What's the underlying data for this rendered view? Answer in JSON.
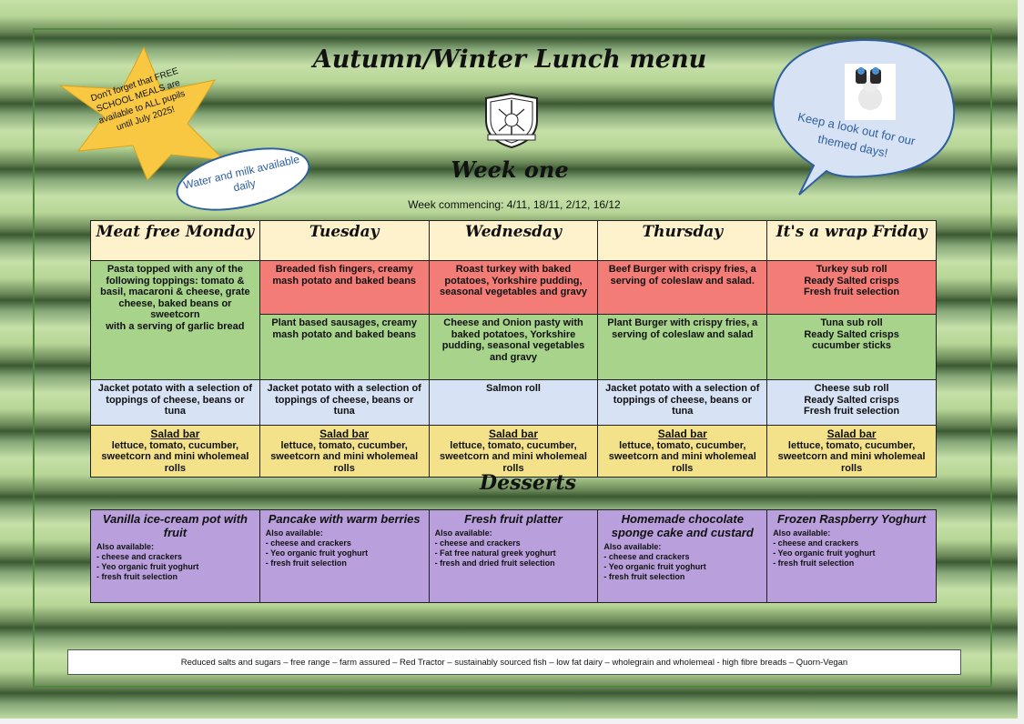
{
  "title": "Autumn/Winter Lunch menu",
  "week": "Week one",
  "commencing": "Week commencing: 4/11, 18/11, 2/12, 16/12",
  "star_note": "Don't forget that FREE SCHOOL MEALS are available to ALL pupils until July 2025!",
  "oval_note": "Water and milk available daily",
  "bubble_note": "Keep a look out for our themed days!",
  "days": [
    "Meat free Monday",
    "Tuesday",
    "Wednesday",
    "Thursday",
    "It's a wrap Friday"
  ],
  "mains_red": [
    "Breaded fish fingers, creamy mash potato and baked beans",
    "Roast turkey with baked potatoes, Yorkshire pudding, seasonal vegetables and gravy",
    "Beef Burger with crispy fries, a serving of coleslaw and salad.",
    "Turkey sub roll\nReady Salted crisps\nFresh fruit selection"
  ],
  "monday_main": "Pasta topped with any of the following toppings: tomato & basil, macaroni & cheese, grate cheese, baked beans or sweetcorn\nwith a serving of garlic bread",
  "mains_green": [
    "Plant based sausages, creamy mash potato and baked beans",
    "Cheese and Onion pasty with baked potatoes, Yorkshire pudding, seasonal vegetables and gravy",
    "Plant Burger with crispy fries, a serving of coleslaw and salad",
    "Tuna sub roll\nReady Salted crisps\ncucumber sticks"
  ],
  "mains_blue": [
    "Jacket potato with a selection of toppings of cheese, beans or tuna",
    "Jacket potato with a selection of toppings of cheese, beans or tuna",
    "Salmon roll",
    "Jacket potato with a selection of toppings of cheese, beans or tuna",
    "Cheese sub roll\nReady Salted crisps\nFresh fruit selection"
  ],
  "salad": {
    "title": "Salad bar",
    "text": "lettuce, tomato, cucumber, sweetcorn and mini wholemeal rolls"
  },
  "desserts_title": "Desserts",
  "desserts": [
    {
      "name": "Vanilla ice-cream pot with fruit",
      "also": "Also available:",
      "items": [
        "- cheese and crackers",
        "- Yeo organic fruit yoghurt",
        "- fresh fruit selection"
      ]
    },
    {
      "name": "Pancake with warm berries",
      "also": "Also available:",
      "items": [
        "- cheese and crackers",
        "- Yeo organic fruit yoghurt",
        "- fresh fruit selection"
      ]
    },
    {
      "name": "Fresh fruit platter",
      "also": "Also available:",
      "items": [
        "- cheese and crackers",
        "- Fat free natural greek yoghurt",
        "- fresh and dried fruit selection"
      ]
    },
    {
      "name": "Homemade chocolate sponge cake and custard",
      "also": "Also available:",
      "items": [
        "- cheese and crackers",
        "- Yeo organic fruit yoghurt",
        "- fresh fruit selection"
      ]
    },
    {
      "name": "Frozen Raspberry Yoghurt",
      "also": "Also available:",
      "items": [
        "- cheese and crackers",
        "- Yeo organic fruit yoghurt",
        "- fresh fruit selection"
      ]
    }
  ],
  "footer": "Reduced salts and sugars – free range – farm assured – Red Tractor – sustainably sourced fish – low fat dairy – wholegrain and wholemeal - high fibre breads – Quorn-Vegan",
  "colors": {
    "header": "#fdf2cc",
    "red_row": "#f47c76",
    "green_row": "#a7d38b",
    "blue_row": "#d7e3f4",
    "yellow_row": "#f3e28a",
    "dessert": "#b9a0dc",
    "star": "#f8c843",
    "note_blue": "#2e5f9e"
  },
  "icons": [
    "star-shape",
    "school-crest-icon",
    "binoculars-icon",
    "speech-bubble"
  ]
}
